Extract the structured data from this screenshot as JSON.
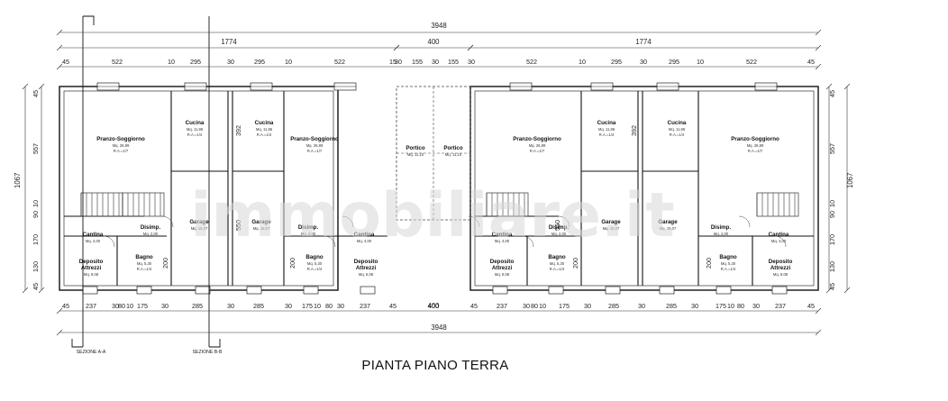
{
  "title": "PIANTA PIANO TERRA",
  "watermark": "immobiliare.it",
  "sections": [
    "SEZIONE A-A",
    "SEZIONE B-B"
  ],
  "dims": {
    "total": "3948",
    "half": "1774",
    "portico": "400",
    "top_row": [
      "45",
      "522",
      "10",
      "295",
      "30",
      "295",
      "10",
      "522",
      "15",
      "30",
      "155",
      "30",
      "155",
      "30",
      "522",
      "10",
      "295",
      "30",
      "295",
      "10",
      "522",
      "45"
    ],
    "bottom_row": [
      "45",
      "237",
      "30",
      "80",
      "10",
      "175",
      "30",
      "285",
      "30",
      "285",
      "30",
      "175",
      "10",
      "80",
      "30",
      "237",
      "45",
      "400",
      "45",
      "237",
      "30",
      "80",
      "10",
      "175",
      "30",
      "285",
      "30",
      "285",
      "30",
      "175",
      "10",
      "80",
      "30",
      "237",
      "45"
    ],
    "left_height": "1067",
    "right_height": "1067",
    "left_parts": [
      "45",
      "557",
      "10",
      "90",
      "170",
      "130",
      "45"
    ],
    "vert_inner": [
      "392",
      "550",
      "200"
    ]
  },
  "rooms": {
    "pranzo": "Pranzo-Soggiorno",
    "cucina": "Cucina",
    "garage": "Garage",
    "cantina": "Cantina",
    "disimp": "Disimp.",
    "bagno": "Bagno",
    "deposito": "Deposito Attrezzi",
    "portico": "Portico"
  },
  "areas": {
    "pranzo": "Mq. 26,89",
    "cucina": "Mq. 11,86",
    "garage": "Mq. 15,07",
    "cantina": "Mq. 4,00",
    "disimp": "Mq. 2,00",
    "bagno": "Mq. 5,30",
    "deposito": "Mq. 8,08",
    "portico": "Mq. 11,10"
  },
  "ratios": {
    "pranzo": "R.A.=1/7",
    "cucina": "R.A.=1/4",
    "bagno": "R.A.=1/4"
  }
}
